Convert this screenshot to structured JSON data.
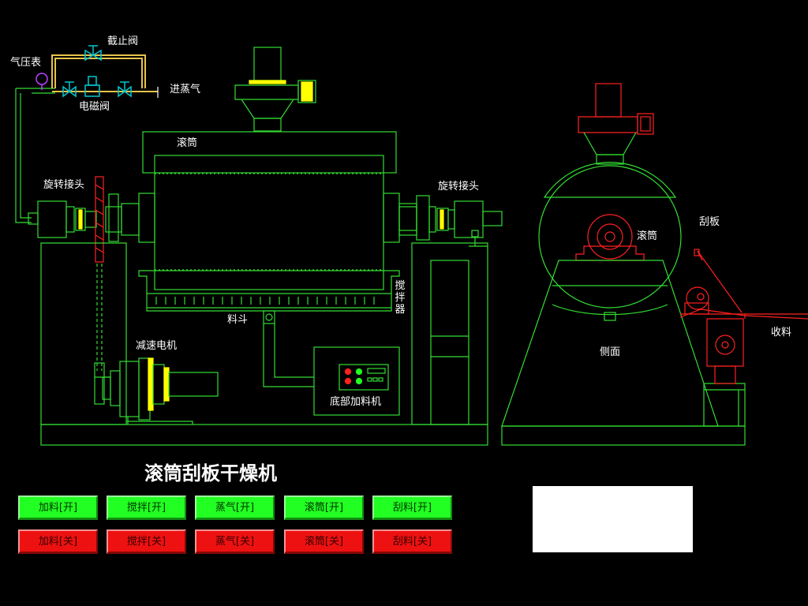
{
  "labels": {
    "pressure_gauge": "气压表",
    "stop_valve": "截止阀",
    "solenoid_valve": "电磁阀",
    "steam_inlet": "进蒸气",
    "drum_front": "滚筒",
    "rotary_joint_left": "旋转接头",
    "rotary_joint_right": "旋转接头",
    "agitator": "搅拌器",
    "hopper": "料斗",
    "gear_motor": "减速电机",
    "bottom_feeder": "底部加料机",
    "drum_side": "滚筒",
    "scraper": "刮板",
    "collect": "收料",
    "side_view": "侧面"
  },
  "title": "滚筒刮板干燥机",
  "buttons": {
    "on": [
      "加料[开]",
      "搅拌[开]",
      "蒸气[开]",
      "滚筒[开]",
      "刮料[开]"
    ],
    "off": [
      "加料[关]",
      "搅拌[关]",
      "蒸气[关]",
      "滚筒[关]",
      "刮料[关]"
    ]
  },
  "colors": {
    "background": "#000000",
    "line": "#33dd33",
    "on_button": "#22ff22",
    "off_button": "#ee1111",
    "motor_red": "#ff2020",
    "highlight_yellow": "#ffff00",
    "pipe_yellow": "#e6c34a",
    "valve_cyan": "#00c8d0",
    "gauge_magenta": "#c040ff"
  }
}
